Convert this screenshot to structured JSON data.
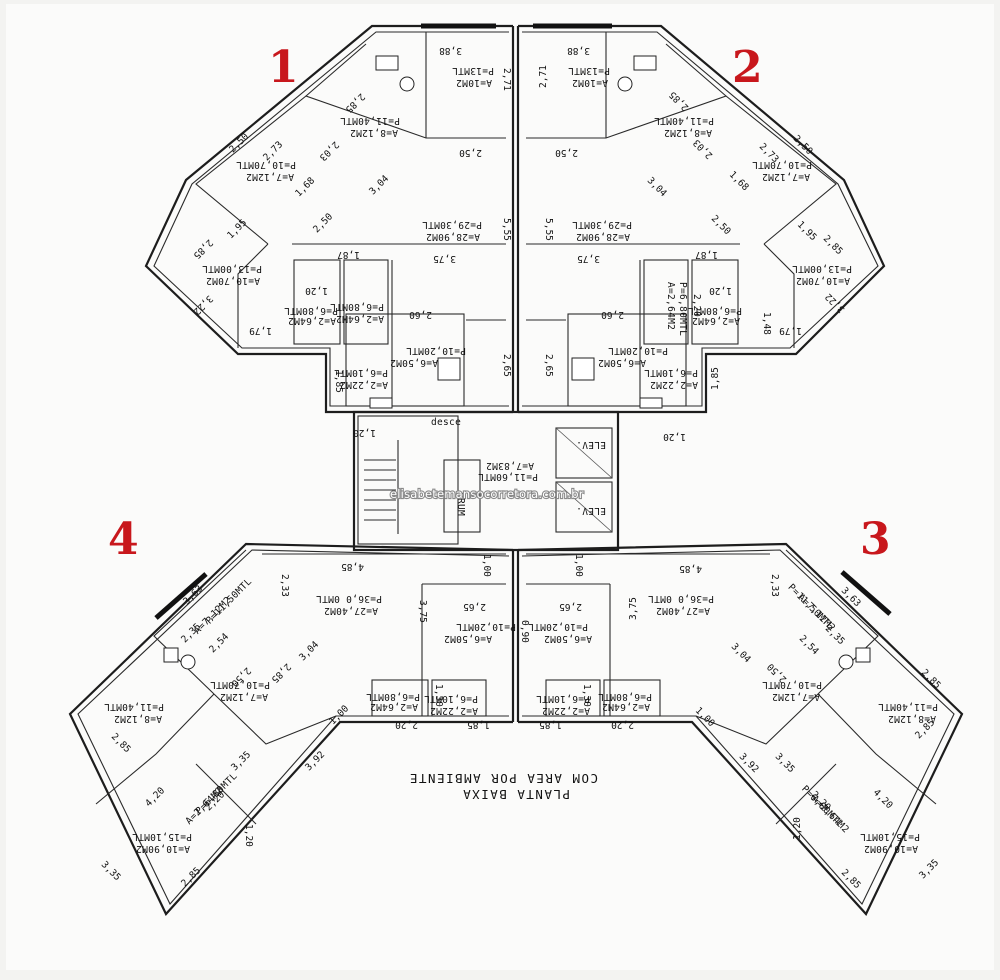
{
  "plan": {
    "unit_numbers": [
      "1",
      "2",
      "3",
      "4"
    ],
    "watermark": "elisabetemansocorretora.com.br",
    "caption_line1": "PLANTA BAIXA",
    "caption_line2": "COM AREA POR AMBIENTE",
    "core": {
      "stair_label": "desce",
      "elevator_label_1": "ELEV.",
      "elevator_label_2": "ELEV.",
      "hall_area": "A=7,83M2",
      "hall_perimeter": "P=11,60MTL",
      "shaft_label": "PRUM"
    },
    "upper": {
      "room_living_area": "A=28,90M2",
      "room_living_perimeter": "P=29,30MTL",
      "room_kitchen_area": "A=6,50M2",
      "room_kitchen_perimeter": "P=10,20MTL",
      "room_balcony_area": "A=10M2",
      "room_balcony_perimeter": "P=13MTL",
      "room_suite_area": "A=8,12M2",
      "room_suite_perimeter": "P=11,40MTL",
      "room_bed2_area": "A=7,12M2",
      "room_bed2_perimeter": "P=10,70MTL",
      "room_bed1_area": "A=10,70M2",
      "room_bed1_perimeter": "P=13,00MTL",
      "room_bath_area": "A=2,64M2",
      "room_bath_perimeter": "P=6,80MTL",
      "room_service_area": "A=2,22M2",
      "room_service_perimeter": "P=6,10MTL",
      "room_wc_area": "A=2,64M2",
      "room_wc_perimeter": "P=6,80MTL"
    },
    "lower": {
      "room_living_area": "A=27,40M2",
      "room_living_perimeter": "P=36,0 0MTL",
      "room_kitchen_area": "A=6,50M2",
      "room_kitchen_perimeter": "P=10,20MTL",
      "room_balcony_area": "A=7,12M2",
      "room_balcony_perimeter": "P=11,50MTL",
      "room_suite_area": "A=8,12M2",
      "room_suite_perimeter": "P=11,40MTL",
      "room_bed2_area": "A=7,12M2",
      "room_bed2_perimeter": "P=10,70MTL",
      "room_bed1_area": "A=10,90M2",
      "room_bed1_perimeter": "P=15,10MTL",
      "room_bath_area": "A=2,64M2",
      "room_bath_perimeter": "P=6,80MTL",
      "room_service_area": "A=2,22M2",
      "room_service_perimeter": "P=6,10MTL",
      "room_wc_area": "A=2,64M2",
      "room_wc_perimeter": "P=6,80MTL"
    },
    "dims_upper": [
      "3,88",
      "2,71",
      "2,85",
      "2,03",
      "2,50",
      "2,73",
      "1,68",
      "3,04",
      "2,50",
      "5,55",
      "1,95",
      "2,85",
      "3,22",
      "1,79",
      "1,87",
      "3,75",
      "1,20",
      "2,60",
      "2,65",
      "1,85",
      "1,20",
      "2,20",
      "1,48"
    ],
    "dims_lower": [
      "4,85",
      "2,33",
      "3,75",
      "1,00",
      "2,65",
      "3,63",
      "2,35",
      "2,54",
      "2,50",
      "3,04",
      "2,85",
      "1,00",
      "2,85",
      "3,35",
      "3,92",
      "2,20",
      "4,20",
      "1,20",
      "3,35",
      "2,85",
      "2,20",
      "1,85",
      "1,30",
      "0,90",
      "2,20"
    ],
    "colors": {
      "unit_number": "#c8171c",
      "ink": "#1d1d1d",
      "paper": "#fbfbfa"
    }
  }
}
